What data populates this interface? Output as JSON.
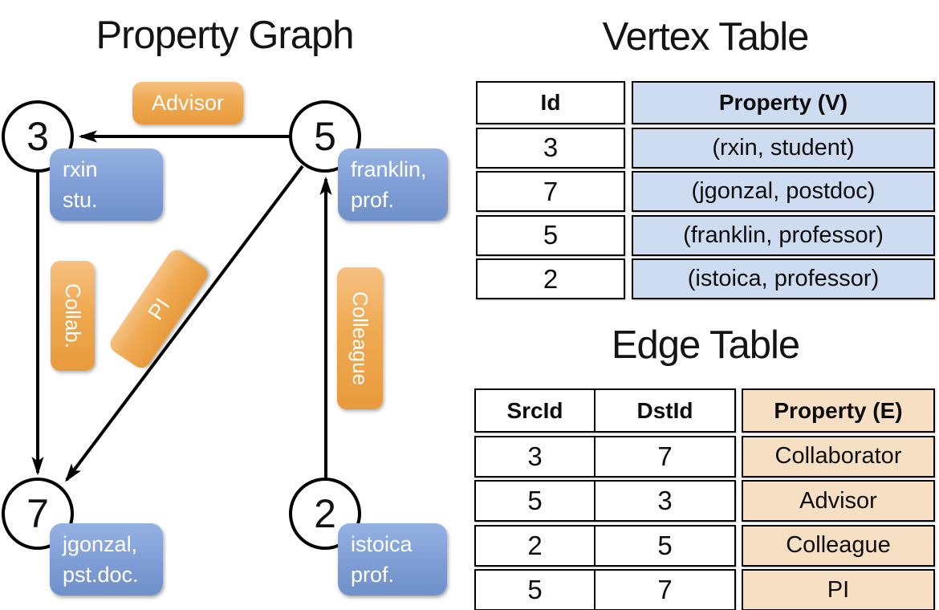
{
  "graph": {
    "title": "Property Graph",
    "nodes": [
      {
        "id": "3",
        "line1": "rxin",
        "line2": "stu."
      },
      {
        "id": "5",
        "line1": "franklin,",
        "line2": "prof."
      },
      {
        "id": "7",
        "line1": "jgonzal,",
        "line2": "pst.doc."
      },
      {
        "id": "2",
        "line1": "istoica",
        "line2": "prof."
      }
    ],
    "edges": [
      {
        "label": "Advisor",
        "from": "5",
        "to": "3"
      },
      {
        "label": "Collab.",
        "from": "3",
        "to": "7"
      },
      {
        "label": "PI",
        "from": "5",
        "to": "7"
      },
      {
        "label": "Colleague",
        "from": "2",
        "to": "5"
      }
    ]
  },
  "vertex_table": {
    "title": "Vertex Table",
    "columns": [
      "Id",
      "Property (V)"
    ],
    "rows": [
      {
        "id": "3",
        "property": "(rxin, student)"
      },
      {
        "id": "7",
        "property": "(jgonzal, postdoc)"
      },
      {
        "id": "5",
        "property": "(franklin, professor)"
      },
      {
        "id": "2",
        "property": "(istoica, professor)"
      }
    ]
  },
  "edge_table": {
    "title": "Edge Table",
    "columns": [
      "SrcId",
      "DstId",
      "Property (E)"
    ],
    "rows": [
      {
        "src": "3",
        "dst": "7",
        "property": "Collaborator"
      },
      {
        "src": "5",
        "dst": "3",
        "property": "Advisor"
      },
      {
        "src": "2",
        "dst": "5",
        "property": "Colleague"
      },
      {
        "src": "5",
        "dst": "7",
        "property": "PI"
      }
    ]
  },
  "colors": {
    "edge_label_orange": "#EFA64F",
    "vertex_box_blue": "#7E9DD5",
    "vertex_table_fill": "#CEDCF2",
    "edge_table_fill": "#F7DFC3",
    "table_border": "#000000"
  }
}
